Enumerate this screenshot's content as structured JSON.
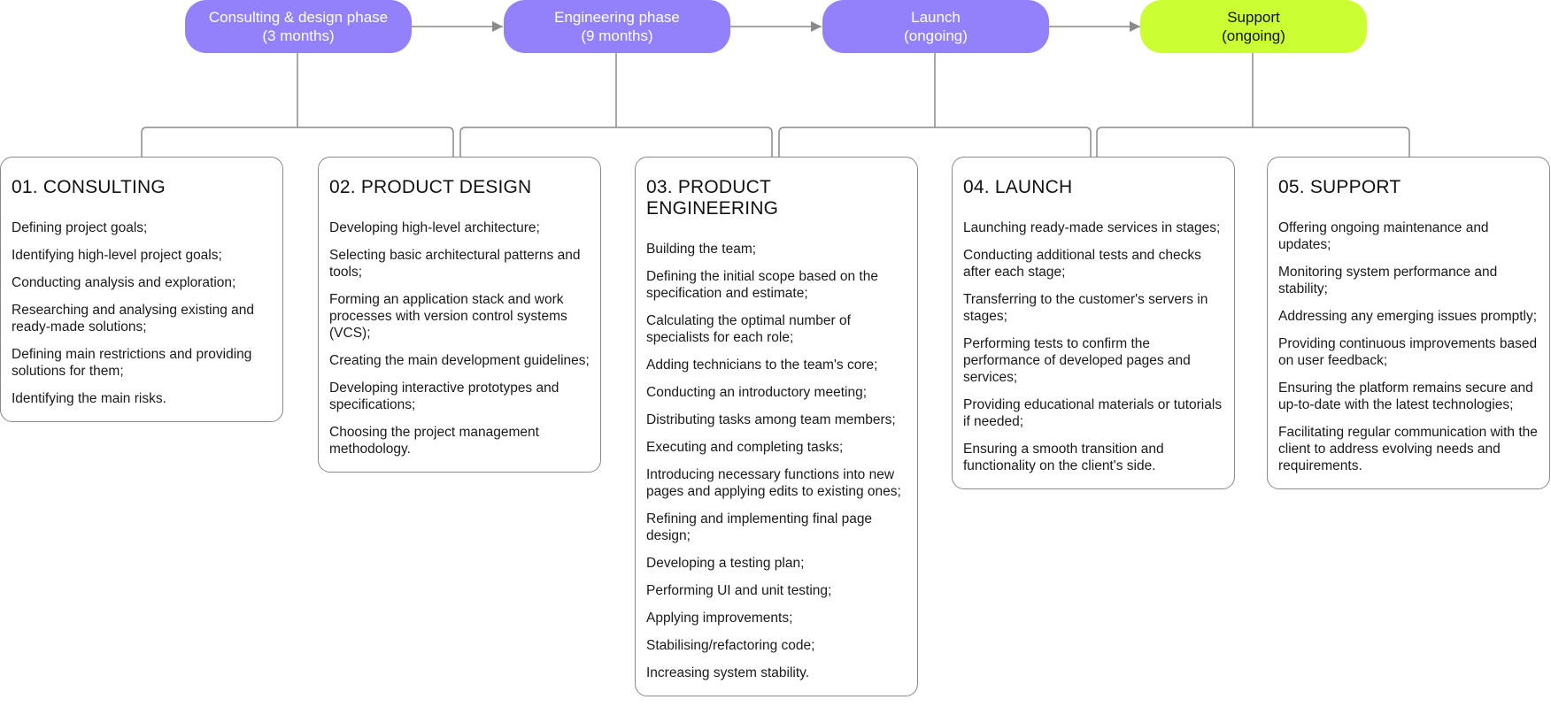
{
  "colors": {
    "phase_purple": "#9281fb",
    "phase_green": "#ccff33",
    "line": "#8a8a8a"
  },
  "phases": [
    {
      "line1": "Consulting & design phase",
      "line2": "(3 months)"
    },
    {
      "line1": "Engineering phase",
      "line2": "(9 months)"
    },
    {
      "line1": "Launch",
      "line2": "(ongoing)"
    },
    {
      "line1": "Support",
      "line2": "(ongoing)"
    }
  ],
  "cards": [
    {
      "title": "01. CONSULTING",
      "items": [
        "Defining project goals;",
        "Identifying high-level project goals;",
        "Conducting analysis and exploration;",
        "Researching and analysing existing and ready-made solutions;",
        "Defining main restrictions and providing solutions for them;",
        "Identifying the main risks."
      ]
    },
    {
      "title": "02. PRODUCT DESIGN",
      "items": [
        "Developing high-level architecture;",
        "Selecting basic architectural patterns and tools;",
        "Forming an application stack and work processes with version control systems (VCS);",
        "Creating the main development guidelines;",
        "Developing interactive prototypes and specifications;",
        "Choosing the project management methodology."
      ]
    },
    {
      "title": "03. PRODUCT ENGINEERING",
      "items": [
        "Building the team;",
        "Defining the initial scope based on the specification and estimate;",
        "Calculating the optimal number of specialists for each role;",
        "Adding technicians to the team's core;",
        "Conducting an introductory meeting;",
        "Distributing tasks among team members;",
        "Executing and completing tasks;",
        "Introducing necessary functions into new pages and applying edits to existing ones;",
        "Refining and implementing final page design;",
        "Developing a testing plan;",
        "Performing UI and unit testing;",
        "Applying improvements;",
        "Stabilising/refactoring code;",
        "Increasing system stability."
      ]
    },
    {
      "title": "04. LAUNCH",
      "items": [
        "Launching ready-made services in stages;",
        "Conducting additional tests and checks after each stage;",
        "Transferring to the customer's servers in stages;",
        "Performing tests to confirm the performance of developed pages and services;",
        "Providing educational materials or tutorials if needed;",
        "Ensuring a smooth transition and functionality on the client's side."
      ]
    },
    {
      "title": "05. SUPPORT",
      "items": [
        "Offering ongoing maintenance and updates;",
        "Monitoring system performance and stability;",
        "Addressing any emerging issues promptly;",
        "Providing continuous improvements based on user feedback;",
        "Ensuring the platform remains secure and up-to-date with the latest technologies;",
        "Facilitating regular communication with the client to address evolving needs and requirements."
      ]
    }
  ]
}
